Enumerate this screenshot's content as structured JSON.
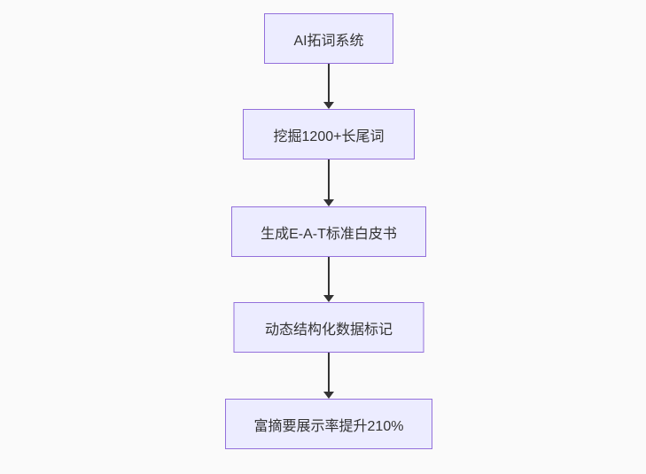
{
  "diagram": {
    "type": "flowchart",
    "direction": "top-down",
    "nodes": [
      {
        "index": 0,
        "label": "AI拓词系统"
      },
      {
        "index": 1,
        "label": "挖掘1200+长尾词"
      },
      {
        "index": 2,
        "label": "生成E-A-T标准白皮书"
      },
      {
        "index": 3,
        "label": "动态结构化数据标记"
      },
      {
        "index": 4,
        "label": "富摘要展示率提升210%"
      }
    ],
    "edges": [
      {
        "from": 0,
        "to": 1,
        "style": "solid-arrow"
      },
      {
        "from": 1,
        "to": 2,
        "style": "solid-arrow"
      },
      {
        "from": 2,
        "to": 3,
        "style": "solid-arrow"
      },
      {
        "from": 3,
        "to": 4,
        "style": "solid-arrow"
      }
    ],
    "colors": {
      "node_fill": "#ECECFF",
      "node_border": "#9370DB",
      "arrow": "#333333",
      "text": "#333333",
      "background": "#fafafa"
    }
  }
}
